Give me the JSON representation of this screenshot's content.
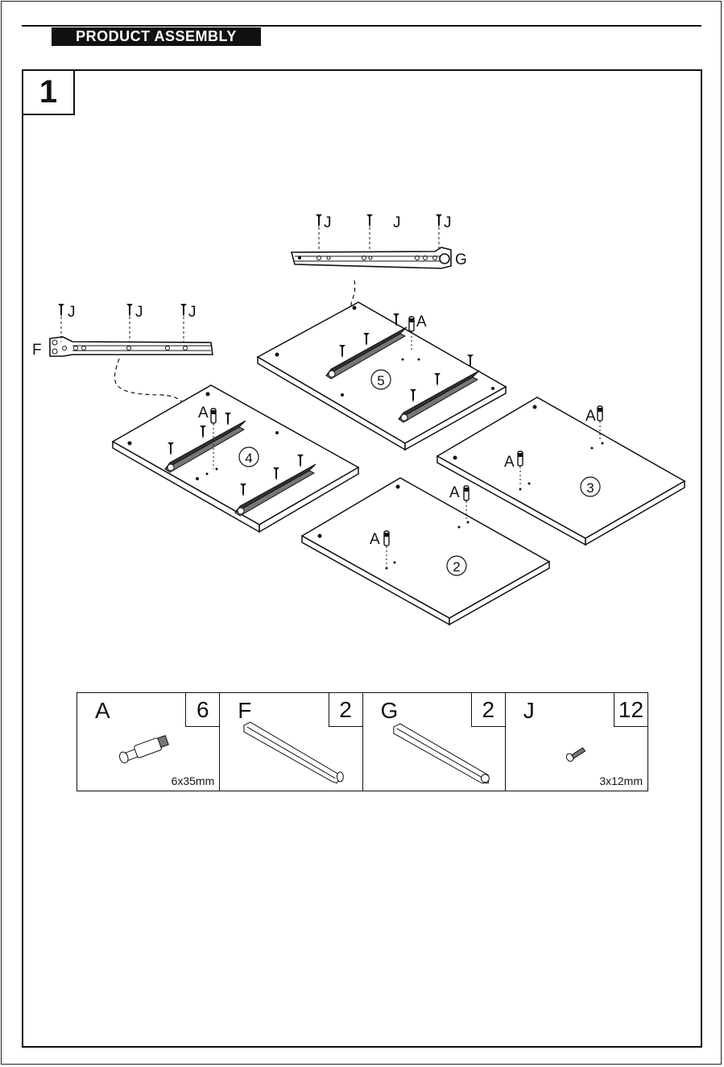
{
  "header": {
    "section_title": "PRODUCT ASSEMBLY"
  },
  "step": {
    "number": "1"
  },
  "diagram": {
    "callouts": {
      "screw": "J",
      "dowel": "A",
      "rail_left": "F",
      "rail_right": "G"
    },
    "panels": [
      "5",
      "4",
      "3",
      "2"
    ]
  },
  "parts": [
    {
      "letter": "A",
      "qty": "6",
      "size": "6x35mm"
    },
    {
      "letter": "F",
      "qty": "2",
      "size": ""
    },
    {
      "letter": "G",
      "qty": "2",
      "size": ""
    },
    {
      "letter": "J",
      "qty": "12",
      "size": "3x12mm"
    }
  ]
}
